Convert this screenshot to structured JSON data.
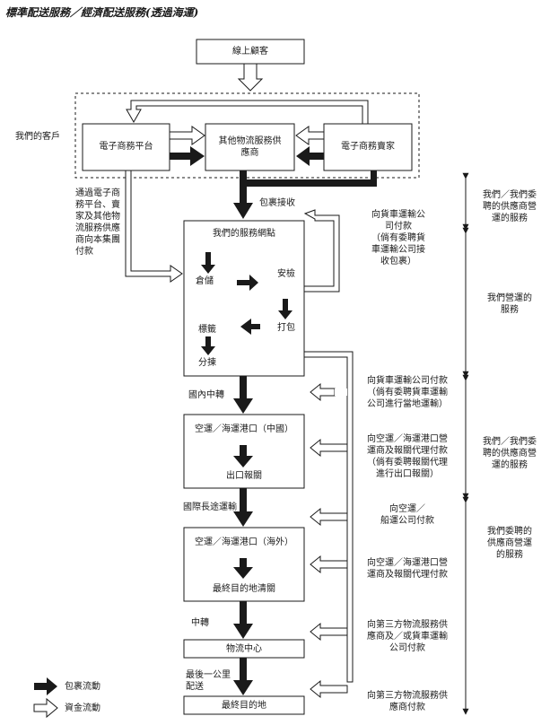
{
  "title": "標準配送服務／經濟配送服務(透過海運)",
  "nodes": {
    "online_customer": "線上顧客",
    "ecommerce_platform": "電子商務平台",
    "other_logistics": "其他物流服務供\n應商",
    "ecommerce_seller": "電子商務賣家",
    "service_network": "我們的服務網點",
    "warehouse": "倉儲",
    "security": "安檢",
    "packing": "打包",
    "labeling": "標籤",
    "sorting": "分揀",
    "port_china": "空運／海運港口（中國）",
    "export_customs": "出口報關",
    "port_overseas": "空運／海運港口（海外）",
    "destination_customs": "最終目的地清關",
    "logistics_center": "物流中心",
    "final_destination": "最終目的地"
  },
  "labels": {
    "our_customers": "我們的客戶",
    "pickup": "包裹接收",
    "customer_payment": "通過電子商\n務平台、賣\n家及其他物\n流服務供應\n商向本集團\n付款",
    "domestic_transfer": "國內中轉",
    "international_transport": "國際長途運輸",
    "transit": "中轉",
    "last_mile": "最後一公里\n配送"
  },
  "payments": {
    "p1": "向貨車運輸公\n司付款\n（倘有委聘貨\n車運輸公司接\n收包裹）",
    "p2": "向貨車運輸公司付款\n（倘有委聘貨車運輸\n公司進行當地運輸）",
    "p3": "向空運／海運港口營\n運商及報關代理付款\n（倘有委聘報關代理\n進行出口報關）",
    "p4": "向空運／\n船運公司付款",
    "p5": "向空運／海運港口營\n運商及報關代理付款",
    "p6": "向第三方物流服務供\n應商及／或貨車運輸\n公司付款",
    "p7": "向第三方物流服務供\n應商付款"
  },
  "segments": {
    "s1": "我們／我們委\n聘的供應商營\n運的服務",
    "s2": "我們營運的\n服務",
    "s3": "我們／我們委\n聘的供應商營\n運的服務",
    "s4": "我們委聘的\n供應商營運\n的服務"
  },
  "legend": {
    "parcel_flow": "包裹流動",
    "fund_flow": "資金流動"
  },
  "colors": {
    "line": "#1a1a1a",
    "background": "#ffffff"
  }
}
